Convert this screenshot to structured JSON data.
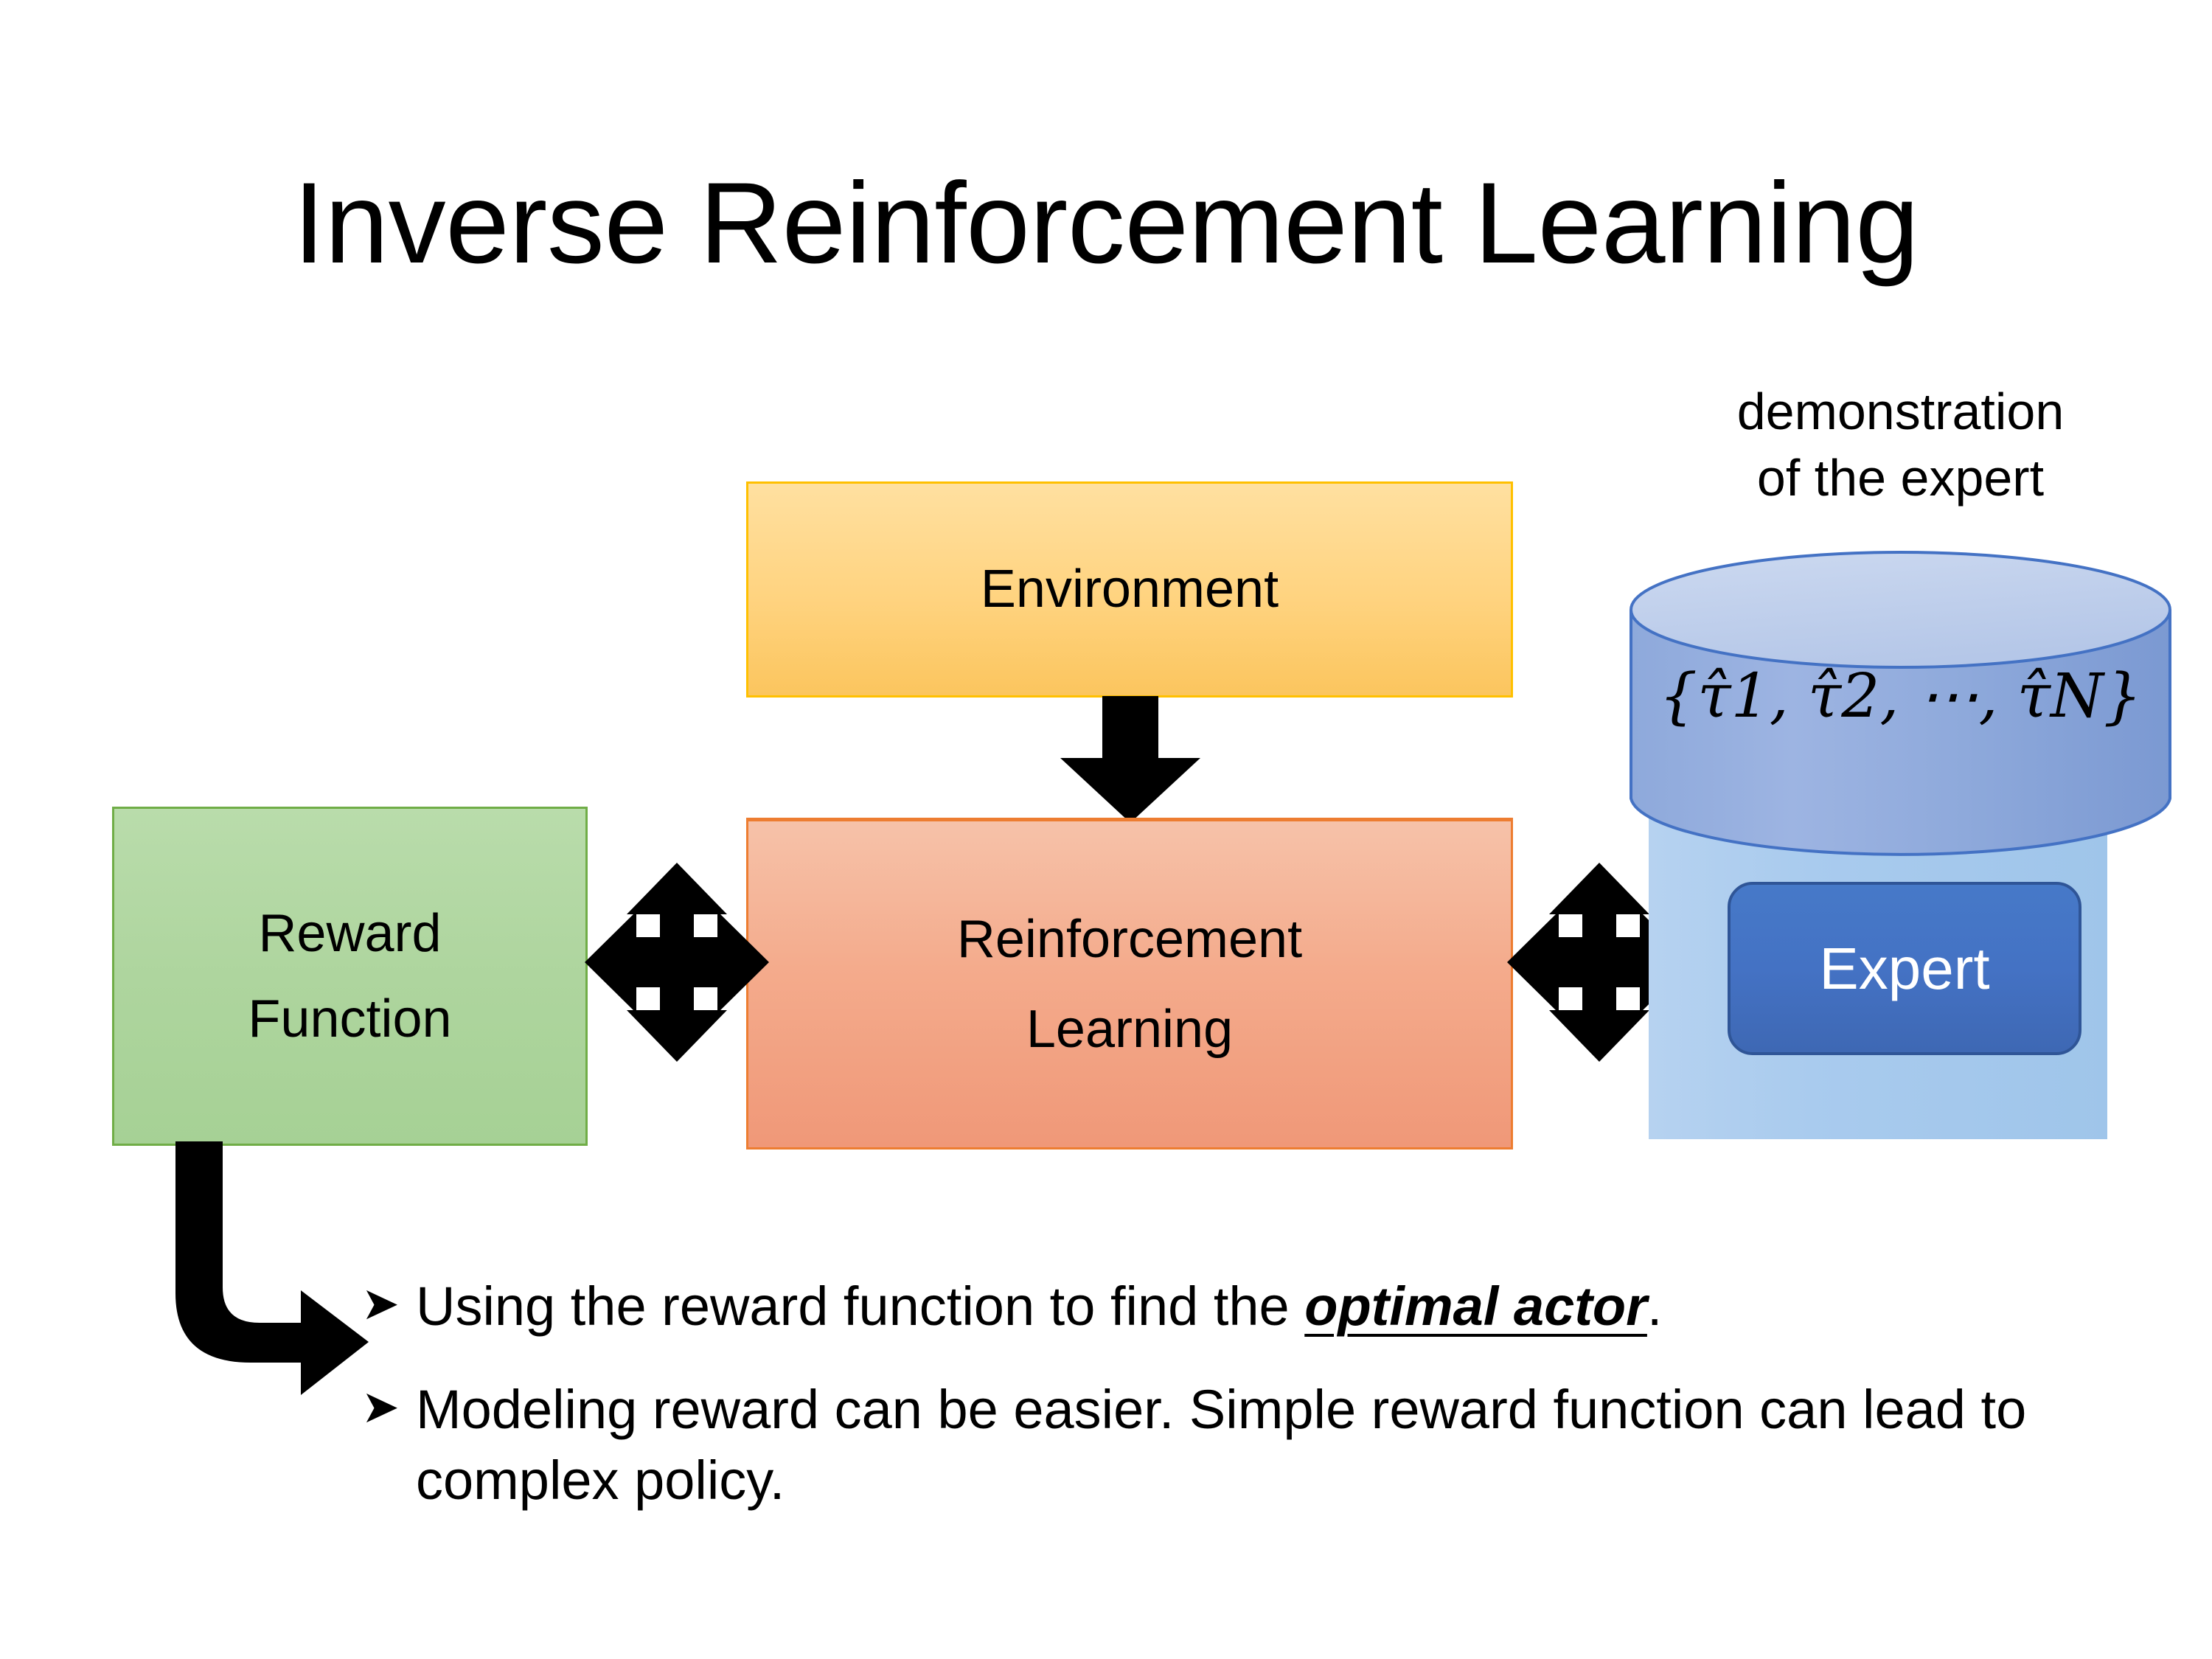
{
  "slide": {
    "title": "Inverse Reinforcement Learning",
    "background_color": "#ffffff"
  },
  "diagram": {
    "environment_box": {
      "label": "Environment",
      "fill_color": "#ffd37f",
      "border_color": "#ffc000"
    },
    "reinforcement_learning_box": {
      "label_line1": "Reinforcement",
      "label_line2": "Learning",
      "fill_color": "#f4ab8c",
      "border_color": "#ed7d31"
    },
    "reward_function_box": {
      "label_line1": "Reward",
      "label_line2": "Function",
      "fill_color": "#aed59e",
      "border_color": "#70ad47"
    },
    "expert_group": {
      "caption_line1": "demonstration",
      "caption_line2": "of the expert",
      "cylinder_label": "{τ̂1, τ̂2, ⋯, τ̂N}",
      "cylinder_tau_1": "τ̂",
      "cylinder_sub_1": "1",
      "cylinder_tau_2": "τ̂",
      "cylinder_sub_2": "2",
      "cylinder_ellipsis": "⋯",
      "cylinder_tau_n": "τ̂",
      "cylinder_sub_n": "N",
      "cylinder_open_brace": "{",
      "cylinder_close_brace": "}",
      "cylinder_comma": ",",
      "expert_label": "Expert",
      "cylinder_fill_color": "#8ea9db",
      "cylinder_border_color": "#4472c4",
      "panel_fill_color": "#a9cbee",
      "expert_fill_color": "#4472c4",
      "expert_text_color": "#ffffff"
    },
    "arrows": {
      "env_to_rl": "down-arrow",
      "reward_rl_link": "quad-arrow",
      "rl_expert_link": "quad-arrow",
      "reward_to_bullets": "elbow-arrow",
      "color": "#000000"
    }
  },
  "bullets": [
    {
      "marker": "➤",
      "text_before": "Using the reward function to find the ",
      "emphasis": "optimal actor",
      "text_after": "."
    },
    {
      "marker": "➤",
      "text_before": "Modeling reward can be easier. Simple reward function can lead to complex policy.",
      "emphasis": "",
      "text_after": ""
    }
  ]
}
